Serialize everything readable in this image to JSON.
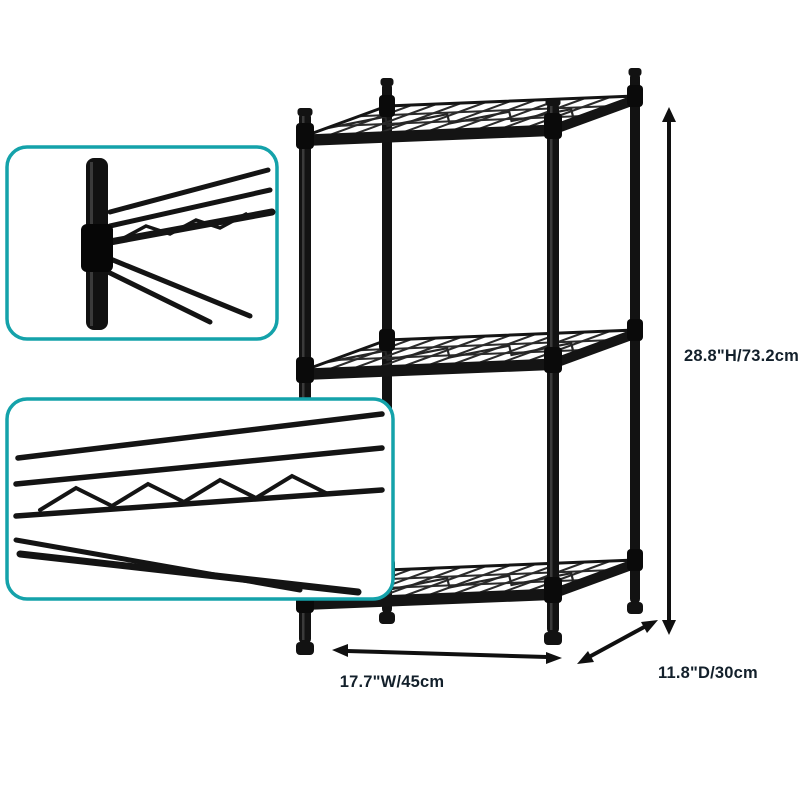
{
  "product_image": {
    "description": "3-tier black wire shelving unit with dimension callouts",
    "dimensions": {
      "height": "28.8\"H/73.2cm",
      "width": "17.7\"W/45cm",
      "depth": "11.8\"D/30cm"
    },
    "insets": {
      "pole_connection": "close-up of pole and shelf connector",
      "wire_shelf": "close-up of wire shelf truss"
    },
    "icons": {
      "height_arrow": "double-arrow-vertical",
      "width_arrow": "double-arrow-horizontal",
      "depth_arrow": "double-arrow-diagonal"
    },
    "colors": {
      "accent_teal": "#14A2AA",
      "ink": "#141414",
      "background": "#FFFFFF"
    }
  }
}
